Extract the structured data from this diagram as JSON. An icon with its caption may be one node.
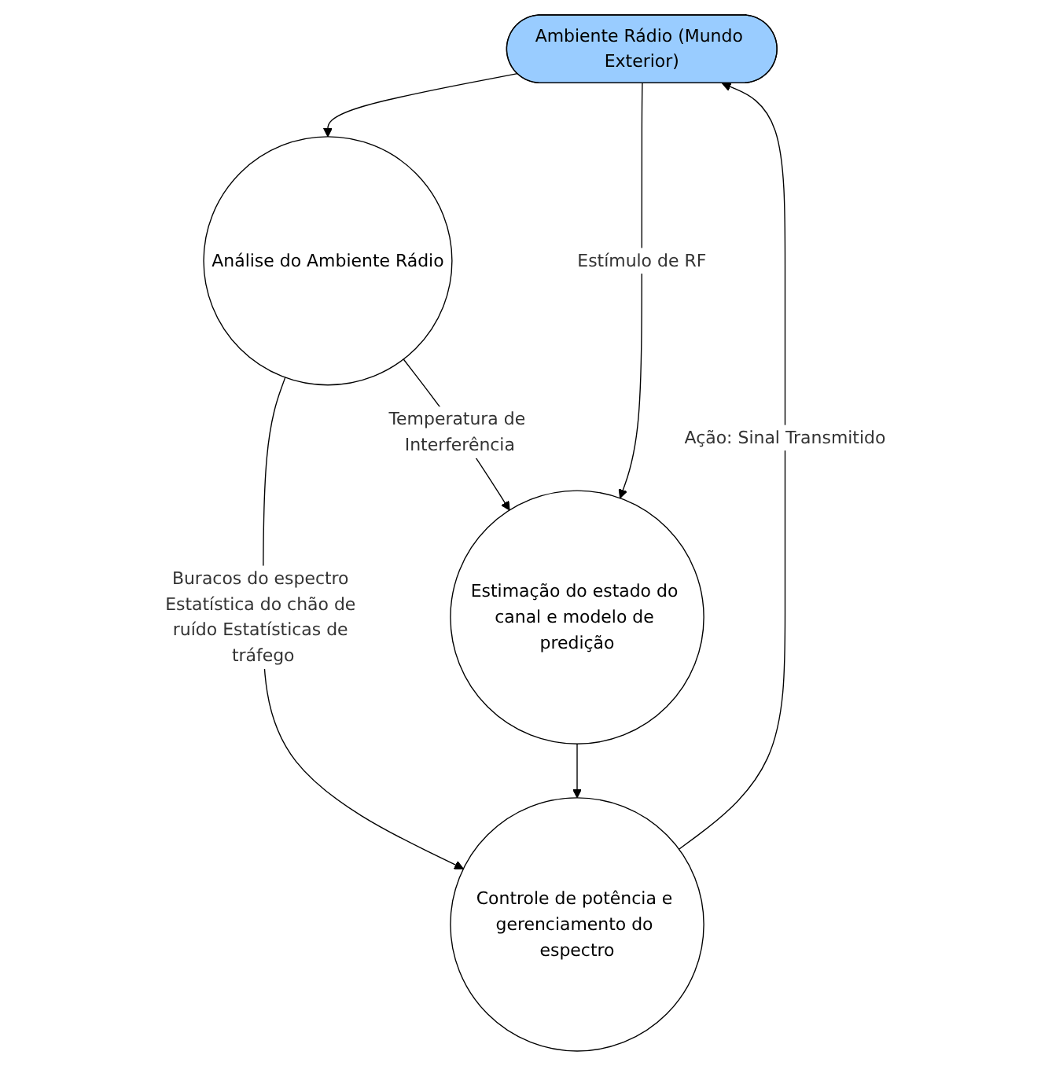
{
  "diagram": {
    "nodes": [
      {
        "text": [
          "Ambiente Rádio (Mundo Exterior)"
        ]
      },
      {
        "text": [
          "Controle de potência e gerenciamento do espectro"
        ]
      },
      {
        "text": [
          "Análise do Ambiente Rádio"
        ]
      },
      {
        "text": [
          "Estimação do estado do canal e modelo de predição"
        ]
      }
    ],
    "edges": [
      {
        "from": 0,
        "to": 2,
        "arrow": "to"
      },
      {
        "from": 0,
        "to": 3,
        "label": "Estímulo de RF",
        "arrow": "to"
      },
      {
        "from": 2,
        "to": 1,
        "label": "Buracos do espectro Estatística do chão de ruído Estatísticas de tráfego",
        "arrow": "to"
      },
      {
        "from": 2,
        "to": 3,
        "label": "Temperatura de Interferência",
        "arrow": "to"
      },
      {
        "from": 3,
        "to": 1,
        "arrow": "to"
      },
      {
        "from": 1,
        "to": 0,
        "label": "Ação: Sinal Transmitido",
        "arrow": "to"
      }
    ]
  }
}
